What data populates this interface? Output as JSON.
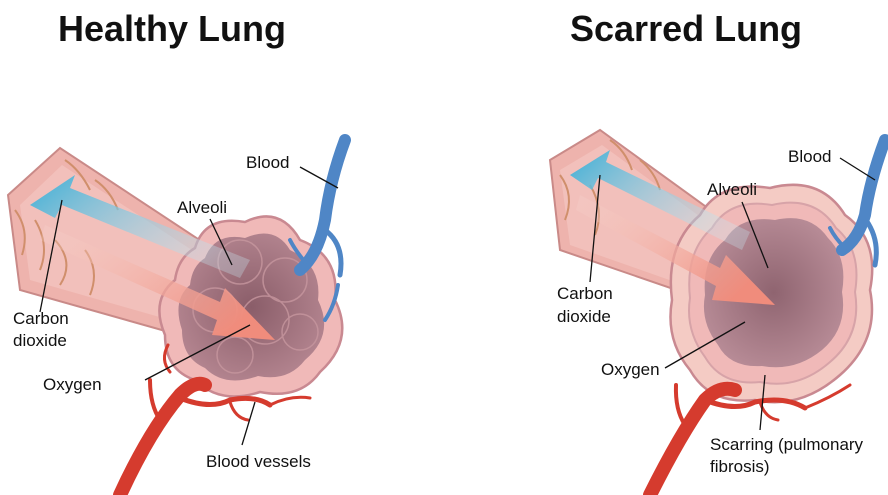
{
  "panels": {
    "left": {
      "title": "Healthy Lung",
      "labels": {
        "blood": "Blood",
        "alveoli": "Alveoli",
        "carbon_line1": "Carbon",
        "carbon_line2": "dioxide",
        "oxygen": "Oxygen",
        "vessels": "Blood vessels"
      }
    },
    "right": {
      "title": "Scarred Lung",
      "labels": {
        "blood": "Blood",
        "alveoli": "Alveoli",
        "carbon_line1": "Carbon",
        "carbon_line2": "dioxide",
        "oxygen": "Oxygen",
        "scarring_line1": "Scarring (pulmonary",
        "scarring_line2": "fibrosis)"
      }
    }
  },
  "colors": {
    "tube": "#e8a8a4",
    "alveolus_wall": "#efb6b5",
    "alveolus_inner": "#9a6f78",
    "co2_arrow": "#56b9d8",
    "o2_arrow": "#f3a597",
    "vein": "#5d8fcb",
    "artery": "#d8382c",
    "scar": "#f4cbc4"
  }
}
